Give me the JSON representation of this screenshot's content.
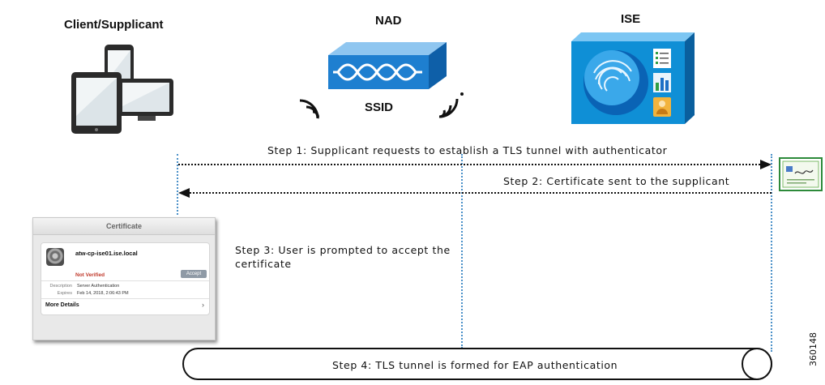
{
  "actors": {
    "client": "Client/Supplicant",
    "nad": "NAD",
    "ise": "ISE"
  },
  "nad": {
    "ssid_label": "SSID"
  },
  "steps": {
    "step1": "Step 1: Supplicant requests to establish a TLS tunnel with authenticator",
    "step2": "Step 2: Certificate sent to the supplicant",
    "step3": "Step 3: User is prompted to accept the certificate",
    "step4": "Step 4: TLS tunnel is formed for EAP authentication"
  },
  "certificate_dialog": {
    "title": "Certificate",
    "hostname": "atw-cp-ise01.ise.local",
    "status": "Not Verified",
    "accept_label": "Accept",
    "description_label": "Description",
    "description_value": "Server Authentication",
    "expires_label": "Expires",
    "expires_value": "Feb 14, 2018, 2:06:43 PM",
    "more_details": "More Details",
    "chevron": "›"
  },
  "figure_id": "360148",
  "colors": {
    "lifeline": "#4a90c8",
    "nad_blue": "#1e7fd0",
    "ise_blue": "#0f8fd6"
  }
}
